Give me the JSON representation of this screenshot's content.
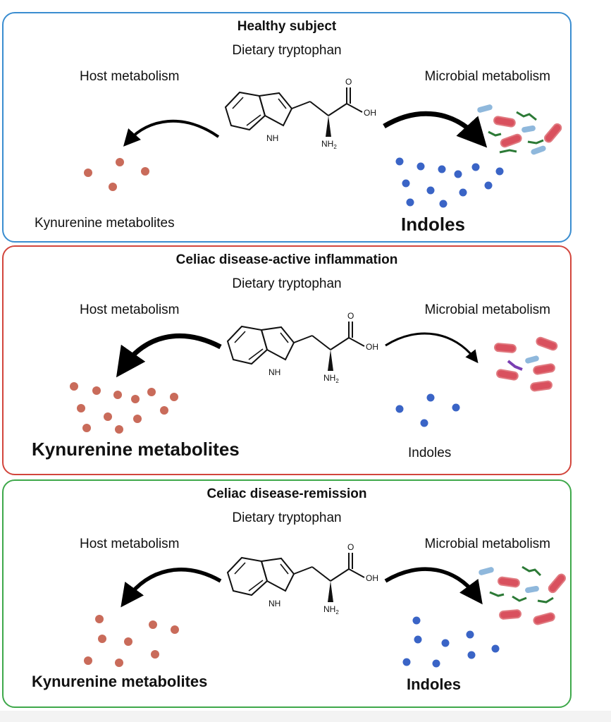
{
  "colors": {
    "healthy_border": "#3a8dd0",
    "active_border": "#d2453c",
    "remission_border": "#3ea84a",
    "kynurenine_dot": "#c96b5a",
    "indole_dot": "#3a64c6"
  },
  "molecule": {
    "nh": "NH",
    "nh2": "NH",
    "nh2_sub": "2",
    "o": "O",
    "oh": "OH"
  },
  "panels": [
    {
      "title": "Healthy subject",
      "dietary": "Dietary tryptophan",
      "host": "Host metabolism",
      "microbial": "Microbial metabolism",
      "kynurenine_label": "Kynurenine metabolites",
      "indoles_label": "Indoles"
    },
    {
      "title": "Celiac disease-active inflammation",
      "dietary": "Dietary tryptophan",
      "host": "Host metabolism",
      "microbial": "Microbial metabolism",
      "kynurenine_label": "Kynurenine metabolites",
      "indoles_label": "Indoles"
    },
    {
      "title": "Celiac disease-remission",
      "dietary": "Dietary tryptophan",
      "host": "Host metabolism",
      "microbial": "Microbial metabolism",
      "kynurenine_label": "Kynurenine metabolites",
      "indoles_label": "Indoles"
    }
  ]
}
